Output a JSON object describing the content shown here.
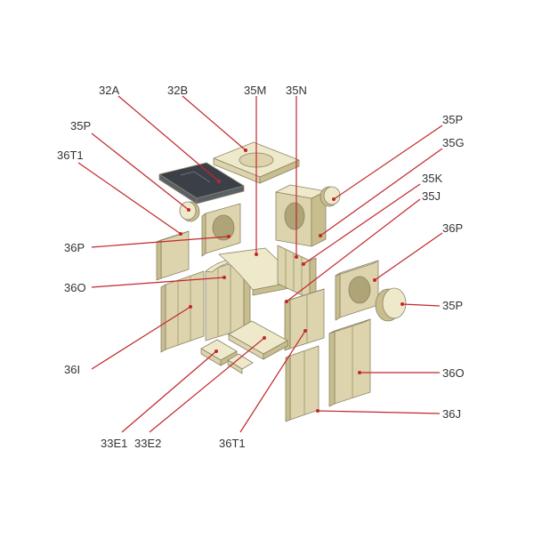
{
  "colors": {
    "brick_top": "#efe9cc",
    "brick_front": "#ddd4ad",
    "brick_side": "#c8bd8d",
    "brick_shadow": "#aea477",
    "cast_iron": "#3b4048",
    "cast_iron_edge": "#5a6068",
    "leader": "#c2272d",
    "label": "#333333"
  },
  "labels": {
    "l_32A": "32A",
    "l_32B": "32B",
    "l_35M": "35M",
    "l_35N": "35N",
    "l_35P_a": "35P",
    "l_35P_b": "35P",
    "l_35G": "35G",
    "l_36T1_a": "36T1",
    "l_35K": "35K",
    "l_35J": "35J",
    "l_36P_a": "36P",
    "l_36P_b": "36P",
    "l_36O_a": "36O",
    "l_35P_c": "35P",
    "l_36O_b": "36O",
    "l_36I": "36I",
    "l_36J": "36J",
    "l_33E1": "33E1",
    "l_33E2": "33E2",
    "l_36T1_b": "36T1"
  }
}
